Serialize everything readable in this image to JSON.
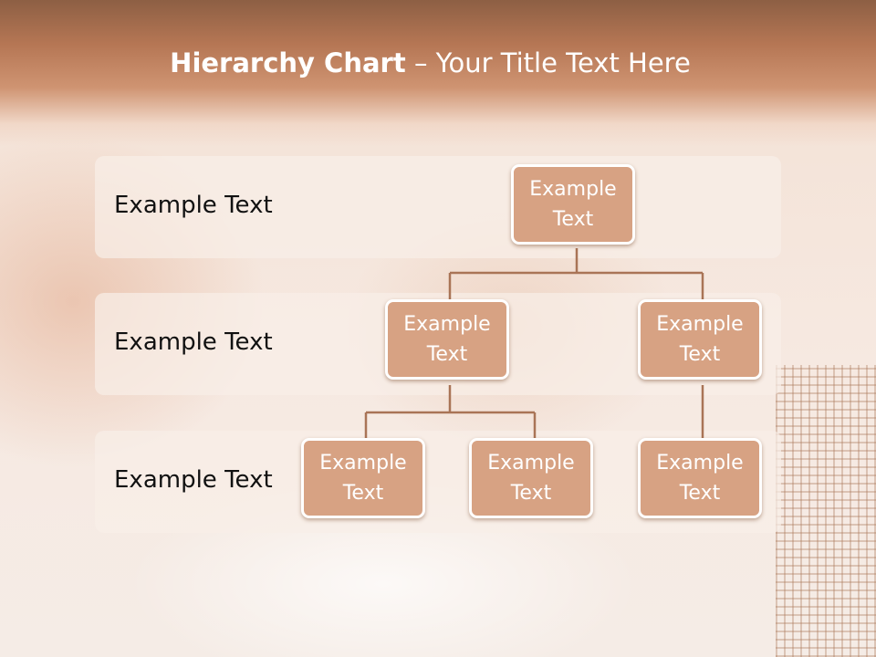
{
  "slide": {
    "title_bold": "Hierarchy Chart",
    "title_rest": " – Your Title Text Here"
  },
  "levels": [
    {
      "label": "Example Text"
    },
    {
      "label": "Example Text"
    },
    {
      "label": "Example Text"
    }
  ],
  "nodes": {
    "root": "Example\nText",
    "level2_left": "Example\nText",
    "level2_right": "Example\nText",
    "level3_a": "Example\nText",
    "level3_b": "Example\nText",
    "level3_c": "Example\nText"
  },
  "colors": {
    "node_fill": "#d7a283",
    "connector": "#a97456",
    "header": "#b57654"
  }
}
